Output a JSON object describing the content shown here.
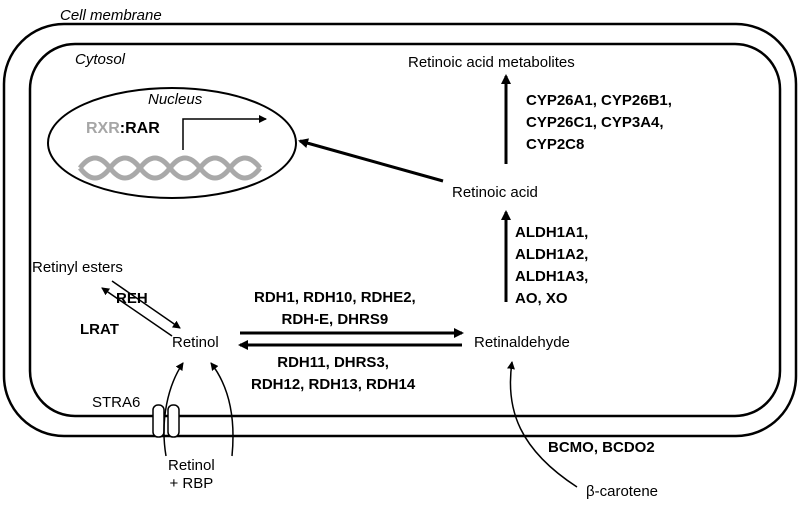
{
  "compartments": {
    "cell_membrane": "Cell membrane",
    "cytosol": "Cytosol",
    "nucleus": "Nucleus"
  },
  "receptor": {
    "rxr": "RXR",
    "separator": ":",
    "rar": "RAR"
  },
  "molecules": {
    "retinoic_acid_metabolites": "Retinoic acid metabolites",
    "retinoic_acid": "Retinoic acid",
    "retinyl_esters": "Retinyl esters",
    "retinol": "Retinol",
    "retinaldehyde": "Retinaldehyde",
    "retinol_rbp_line1": "Retinol",
    "retinol_rbp_line2": "+ RBP",
    "beta_carotene": "β-carotene"
  },
  "transporter": {
    "stra6": "STRA6"
  },
  "enzymes": {
    "cyp": [
      "CYP26A1, CYP26B1,",
      "CYP26C1, CYP3A4,",
      "CYP2C8"
    ],
    "aldh": [
      "ALDH1A1,",
      "ALDH1A2,",
      "ALDH1A3,",
      "AO, XO"
    ],
    "rdh_forward": [
      "RDH1, RDH10, RDHE2,",
      "RDH-E, DHRS9"
    ],
    "rdh_reverse": [
      "RDH11, DHRS3,",
      "RDH12, RDH13, RDH14"
    ],
    "reh": "REH",
    "lrat": "LRAT",
    "bcmo": "BCMO, BCDO2"
  },
  "colors": {
    "rxr_gray": "#a6a6a6",
    "dna_gray": "#a9a9a9",
    "membrane": "#000000"
  }
}
